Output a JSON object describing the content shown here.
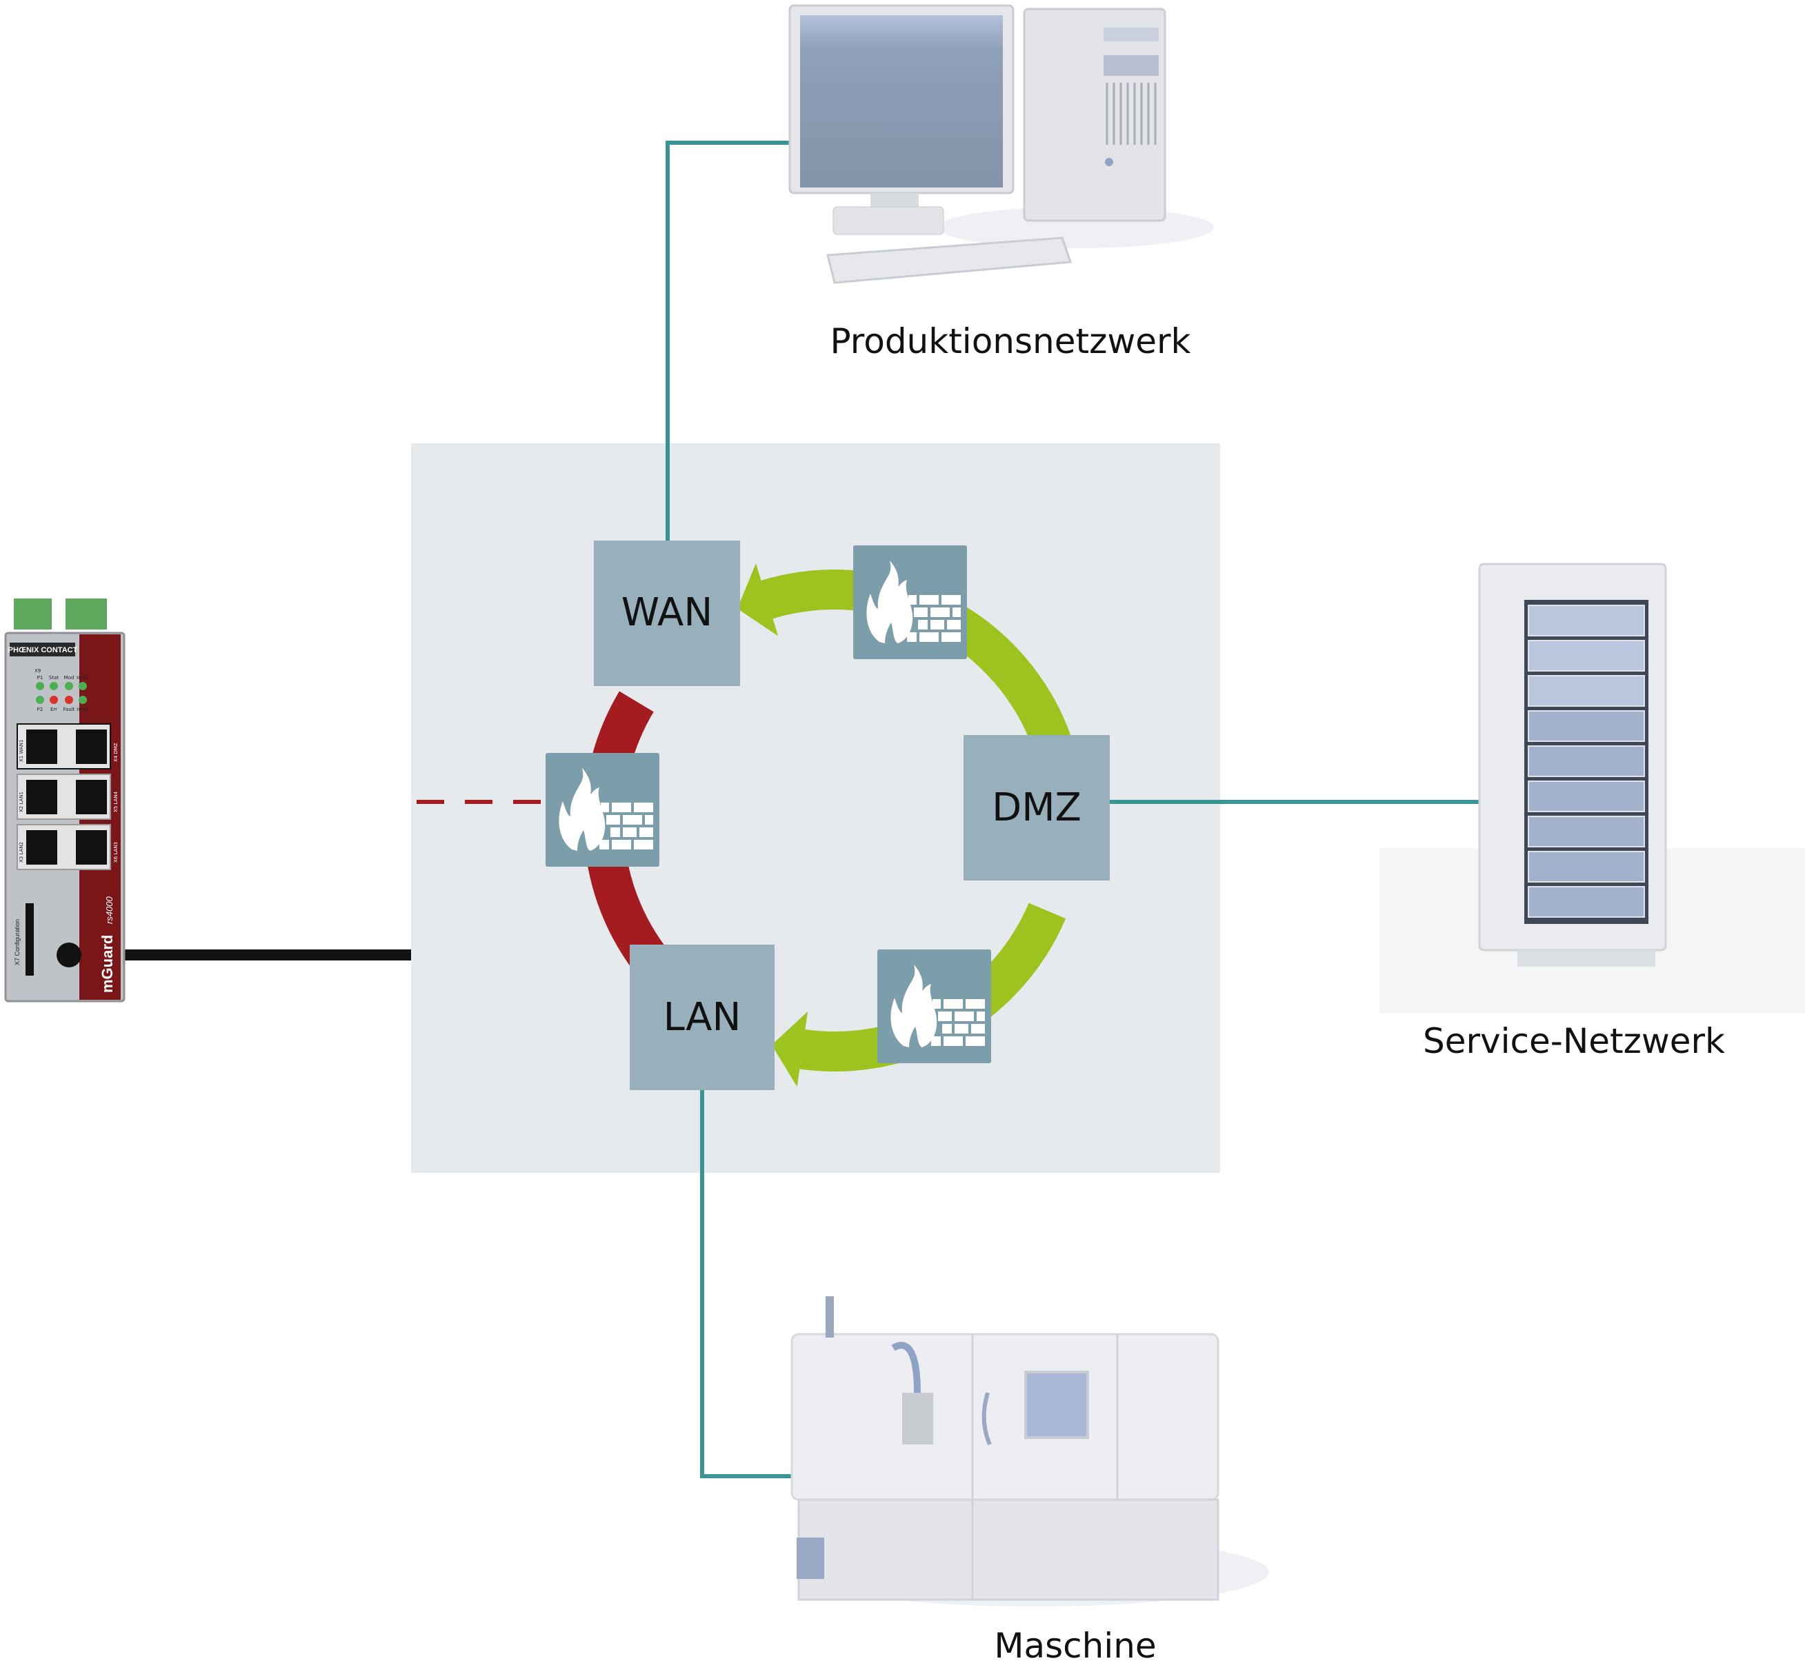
{
  "labels": {
    "production": "Produktionsnetzwerk",
    "service": "Service-Netzwerk",
    "machine": "Maschine"
  },
  "zones": {
    "wan": "WAN",
    "dmz": "DMZ",
    "lan": "LAN"
  },
  "device": {
    "brand": "PHŒNIX CONTACT",
    "model_name": "mGuard",
    "model_suffix": "rs4000",
    "leds_top": [
      "P1",
      "Stat",
      "Mod",
      "Info2"
    ],
    "leds_bottom": [
      "P2",
      "Err",
      "Fault",
      "Info1"
    ],
    "ports_left": [
      "X1 WAN1",
      "X2 LAN1",
      "X3 LAN2"
    ],
    "ports_right": [
      "X4 DMZ",
      "X5 LAN4",
      "X6 LAN3"
    ],
    "config_port": "X7 Configuration",
    "x9": "X9"
  },
  "colors": {
    "zone_box": "#98b0bc",
    "firewall_box": "#7c9daa",
    "area_bg": "#e6eaed",
    "allowed_flow": "#9dc31f",
    "blocked_flow": "#a51c20",
    "link": "#3a9494",
    "config_cable": "#111111"
  },
  "icons": [
    "firewall-icon",
    "computer-icon",
    "server-rack-icon",
    "machine-icon",
    "router-device-icon"
  ]
}
